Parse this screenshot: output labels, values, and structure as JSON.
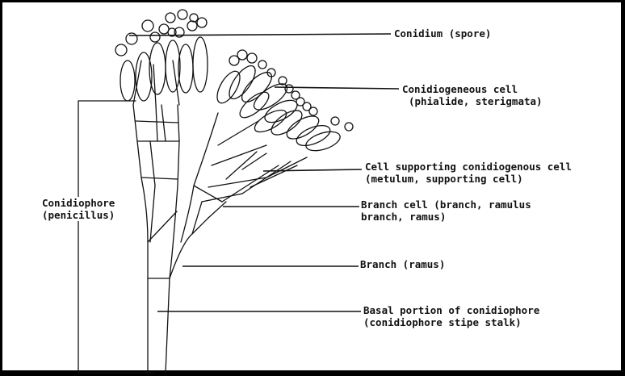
{
  "labels": {
    "conidium": "Conidium (spore)",
    "conidiogeneous_line1": "Conidiogeneous cell",
    "conidiogeneous_line2": "(phialide, sterigmata)",
    "supporting_line1": "Cell supporting conidiogenous cell",
    "supporting_line2": "(metulum, supporting cell)",
    "branch_cell_line1": "Branch cell (branch, ramulus",
    "branch_cell_line2": "branch, ramus)",
    "branch": "Branch (ramus)",
    "basal_line1": "Basal portion of conidiophore",
    "basal_line2": "(conidiophore stipe stalk)",
    "conidiophore_line1": "Conidiophore",
    "conidiophore_line2": "(penicillus)"
  },
  "colors": {
    "ink": "#111111",
    "background": "#ffffff"
  }
}
